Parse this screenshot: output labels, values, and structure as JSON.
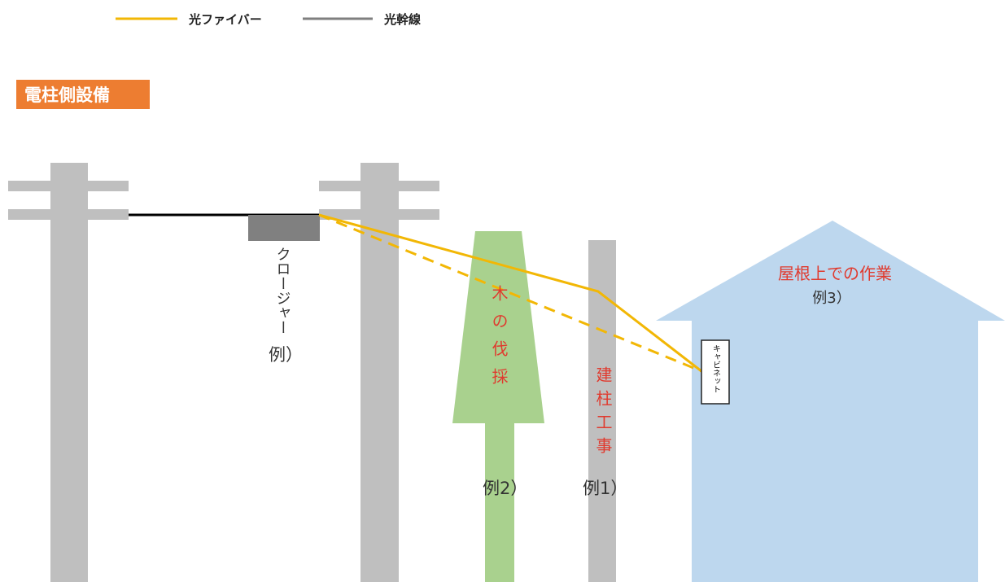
{
  "legend": {
    "fiber_label": "光ファイバー",
    "trunk_label": "光幹線"
  },
  "section_title": "電柱側設備",
  "labels": {
    "closure": "クロージャー",
    "closure_example": "例）",
    "tree": "木の伐採",
    "tree_example": "例2）",
    "pole_work": "建柱工事",
    "pole_example": "例1）",
    "roof_work": "屋根上での作業",
    "roof_example": "例3）",
    "cabinet": "キャビネット"
  },
  "colors": {
    "fiber": "#f2b705",
    "trunk": "#7f7f7f",
    "pole": "#bfbfbf",
    "title_bg": "#ed7d31",
    "tree": "#a9d18e",
    "house": "#bdd7ee",
    "closure_box": "#808080",
    "red_text": "#e03a2e",
    "cable": "#000000"
  }
}
